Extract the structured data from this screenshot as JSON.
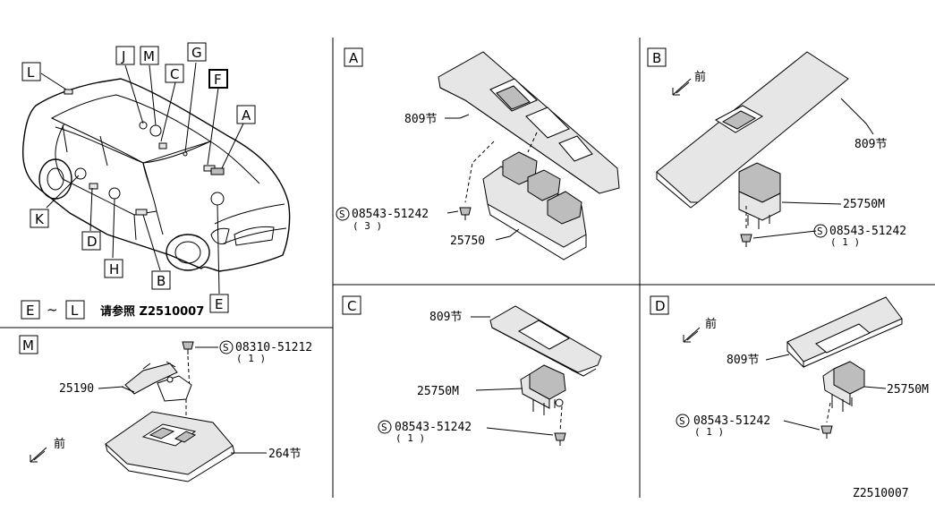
{
  "footer_code": "Z2510007",
  "reference": {
    "from": "E",
    "tilde": "~",
    "to": "L",
    "text": "请参照 Z2510007"
  },
  "front_label": "前",
  "overview_letters": {
    "L": "L",
    "J": "J",
    "M": "M",
    "C": "C",
    "G": "G",
    "F": "F",
    "A": "A",
    "K": "K",
    "D": "D",
    "H": "H",
    "B": "B",
    "E": "E"
  },
  "panels": {
    "A": {
      "letter": "A",
      "cover": "809节",
      "switch": "25750",
      "screw": "08543-51242",
      "qty": "( 3 )"
    },
    "B": {
      "letter": "B",
      "cover": "809节",
      "switch": "25750M",
      "screw": "08543-51242",
      "qty": "( 1 )"
    },
    "C": {
      "letter": "C",
      "cover": "809节",
      "switch": "25750M",
      "screw": "08543-51242",
      "qty": "( 1 )"
    },
    "D": {
      "letter": "D",
      "cover": "809节",
      "switch": "25750M",
      "screw": "08543-51242",
      "qty": "( 1 )"
    },
    "M": {
      "letter": "M",
      "screw": "08310-51212",
      "qty": "( 1 )",
      "bracket": "25190",
      "lamp": "264节"
    }
  },
  "screw_symbol": "S"
}
